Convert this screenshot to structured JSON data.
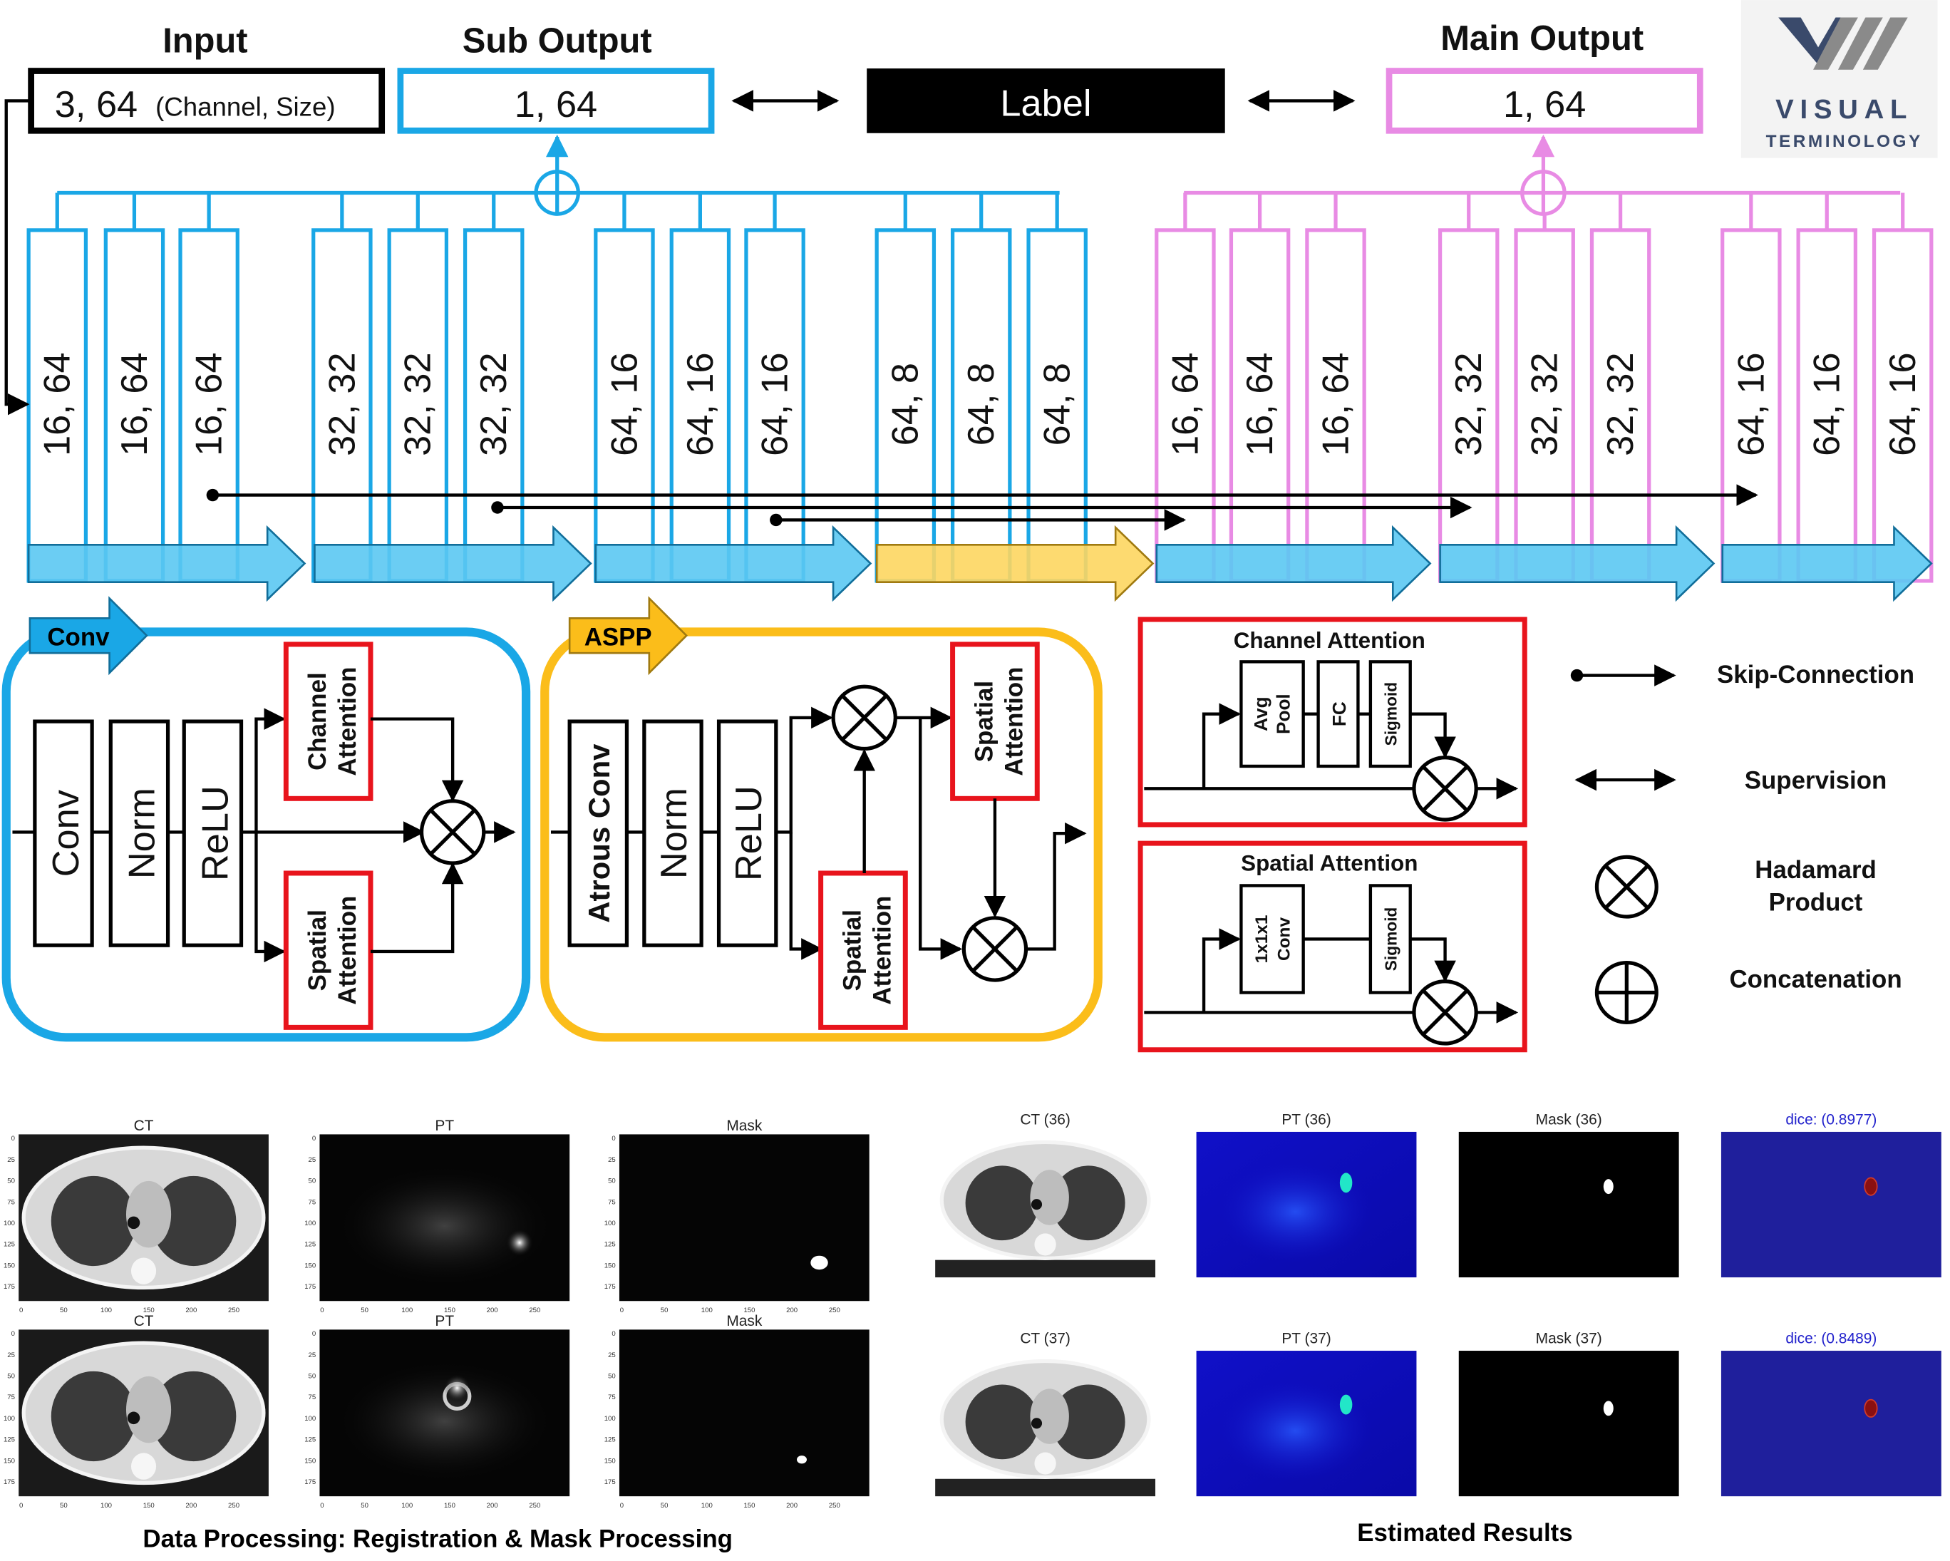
{
  "header": {
    "input_title": "Input",
    "input_value": "3, 64",
    "input_note": "(Channel, Size)",
    "sub_output_title": "Sub Output",
    "sub_output_value": "1, 64",
    "label_text": "Label",
    "main_output_title": "Main Output",
    "main_output_value": "1, 64"
  },
  "logo": {
    "line1": "VISUAL",
    "line2": "TERMINOLOGY"
  },
  "columns": [
    "16, 64",
    "16, 64",
    "16, 64",
    "32, 32",
    "32, 32",
    "32, 32",
    "64, 16",
    "64, 16",
    "64, 16",
    "64, 8",
    "64, 8",
    "64, 8",
    "16, 64",
    "16, 64",
    "16, 64",
    "32, 32",
    "32, 32",
    "32, 32",
    "64, 16",
    "64, 16",
    "64, 16"
  ],
  "conv_block": {
    "tag": "Conv",
    "conv": "Conv",
    "norm": "Norm",
    "relu": "ReLU",
    "channel_attention": [
      "Channel",
      "Attention"
    ],
    "spatial_attention": [
      "Spatial",
      "Attention"
    ]
  },
  "aspp_block": {
    "tag": "ASPP",
    "atrous": "Atrous Conv",
    "norm": "Norm",
    "relu": "ReLU",
    "spatial_attention_top": [
      "Spatial",
      "Attention"
    ],
    "spatial_attention_bottom": [
      "Spatial",
      "Attention"
    ]
  },
  "channel_attention_box": {
    "title": "Channel Attention",
    "avg_pool": [
      "Avg",
      "Pool"
    ],
    "fc": "FC",
    "sigmoid": "Sigmoid"
  },
  "spatial_attention_box": {
    "title": "Spatial Attention",
    "conv": [
      "1x1x1",
      "Conv"
    ],
    "sigmoid": "Sigmoid"
  },
  "legend": {
    "skip": "Skip-Connection",
    "supervision": "Supervision",
    "hadamard": [
      "Hadamard",
      "Product"
    ],
    "concat": "Concatenation"
  },
  "data_processing": {
    "caption": "Data Processing: Registration & Mask Processing",
    "row1_titles": [
      "CT",
      "PT",
      "Mask"
    ],
    "row2_titles": [
      "CT",
      "PT",
      "Mask"
    ],
    "y_ticks": [
      "0",
      "25",
      "50",
      "75",
      "100",
      "125",
      "150",
      "175"
    ],
    "x_ticks": [
      "0",
      "50",
      "100",
      "150",
      "200",
      "250"
    ]
  },
  "results": {
    "caption": "Estimated Results",
    "row1_titles": [
      "CT (36)",
      "PT (36)",
      "Mask (36)",
      "dice: (0.8977)"
    ],
    "row2_titles": [
      "CT (37)",
      "PT (37)",
      "Mask (37)",
      "dice: (0.8489)"
    ]
  },
  "colors": {
    "blue": "#1aa7e6",
    "blue_fill": "#5bc8f2",
    "pink": "#e88be4",
    "yellow": "#fbbd1a",
    "yellow_fill": "#fdd660",
    "red": "#e8141c",
    "dice_blue": "#2222cc",
    "result_bg": "#1f1f9c"
  }
}
